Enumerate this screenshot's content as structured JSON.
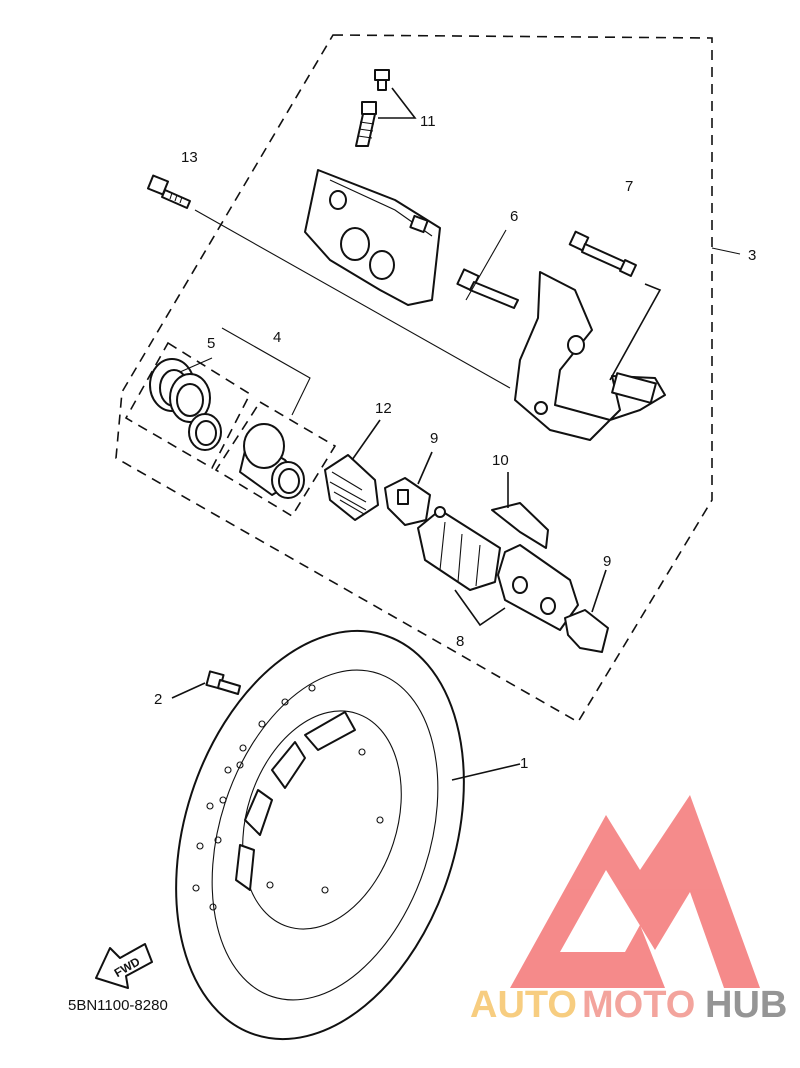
{
  "diagram": {
    "callouts": {
      "c1": "1",
      "c2": "2",
      "c3": "3",
      "c4": "4",
      "c5": "5",
      "c6": "6",
      "c7": "7",
      "c8": "8",
      "c9a": "9",
      "c9b": "9",
      "c10": "10",
      "c11": "11",
      "c12": "12",
      "c13": "13"
    },
    "fwd_label": "FWD",
    "part_code": "5BN1100-8280"
  },
  "watermark": {
    "word_auto": "AUTO",
    "word_moto": "MOTO",
    "word_hub": "HUB",
    "colors": {
      "auto": "#F7C873",
      "moto": "#F29B93",
      "hub": "#8A8A8A",
      "mark": "#F47E7E"
    }
  }
}
